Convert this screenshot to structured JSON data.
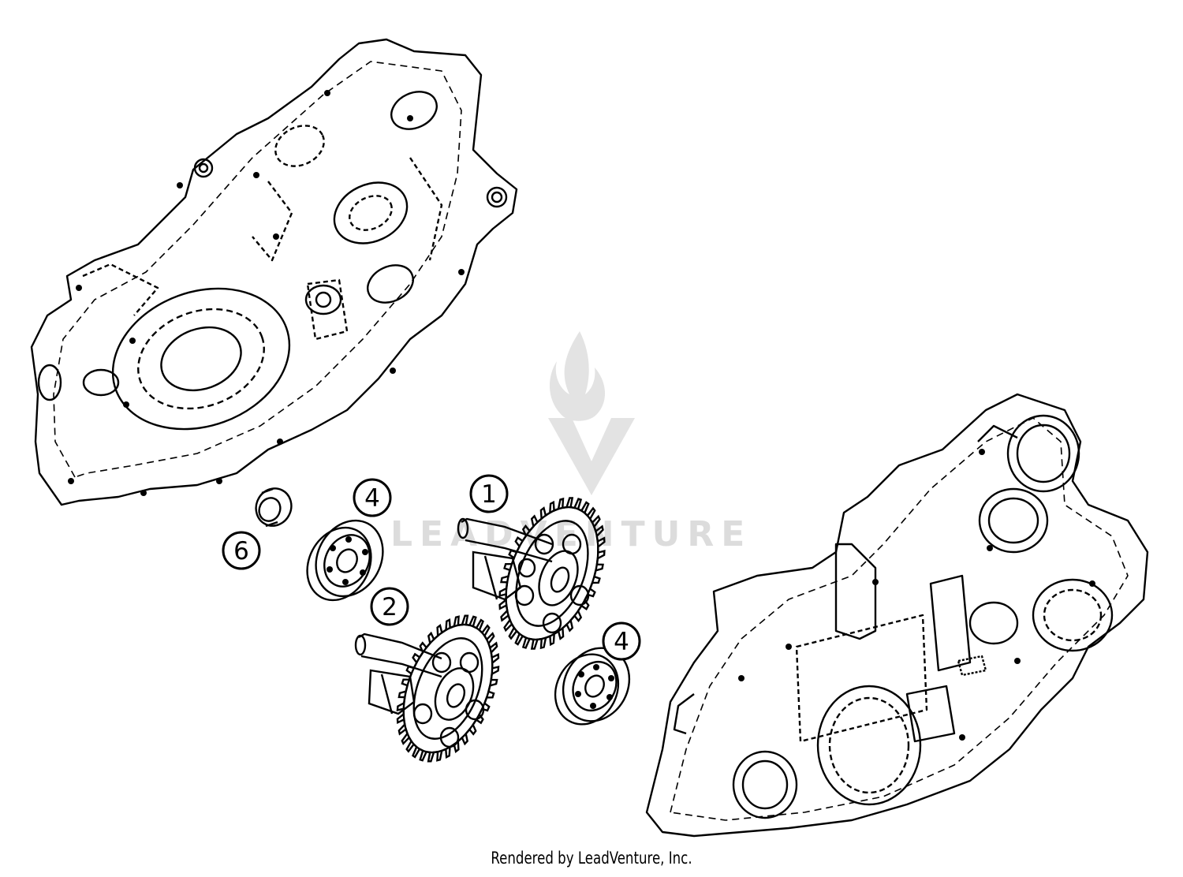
{
  "watermark": {
    "text": "LEADVENTURE"
  },
  "callouts": {
    "c1": "1",
    "c2": "2",
    "c4a": "4",
    "c4b": "4",
    "c6": "6"
  },
  "footer": {
    "text": "Rendered by LeadVenture, Inc."
  },
  "colors": {
    "line": "#000000",
    "watermark": "#dcdcdc",
    "background": "#ffffff"
  }
}
